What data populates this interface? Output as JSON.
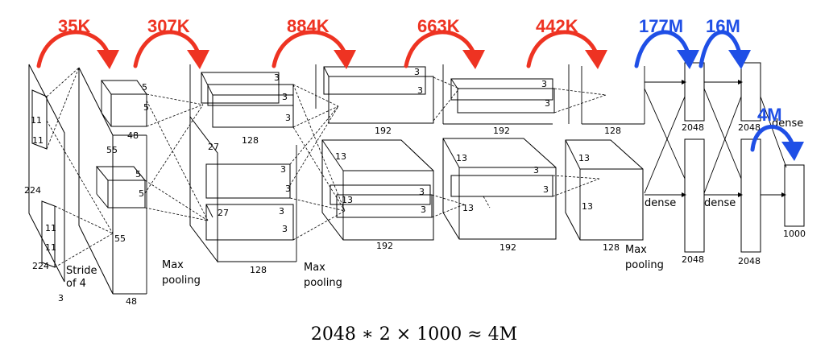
{
  "param_counts": {
    "c1": "35K",
    "c2": "307K",
    "c3": "884K",
    "c4": "663K",
    "c5": "442K",
    "f1": "177M",
    "f2": "16M",
    "f3": "4M"
  },
  "labels": {
    "input_h": "224",
    "input_w": "224",
    "input_d": "3",
    "k11a": "11",
    "k11b": "11",
    "k11c": "11",
    "k11d": "11",
    "stride": "Stride",
    "of4": "of 4",
    "l1_55a": "55",
    "l1_55b": "55",
    "l1_48top": "48",
    "l1_48bot": "48",
    "k5a": "5",
    "k5b": "5",
    "k5c": "5",
    "k5d": "5",
    "maxpool_1a": "Max",
    "maxpool_1b": "pooling",
    "l2_27a": "27",
    "l2_27b": "27",
    "l2_128top": "128",
    "l2_128bot": "128",
    "k3": "3",
    "maxpool_2a": "Max",
    "maxpool_2b": "pooling",
    "l3_13a": "13",
    "l3_13b": "13",
    "l3_192top": "192",
    "l3_192bot": "192",
    "l4_13a": "13",
    "l4_13b": "13",
    "l4_192top": "192",
    "l4_192bot": "192",
    "l5_13a": "13",
    "l5_13b": "13",
    "l5_128top": "128",
    "l5_128bot": "128",
    "maxpool_3a": "Max",
    "maxpool_3b": "pooling",
    "dense1": "dense",
    "dense2": "dense",
    "dense3": "dense",
    "f_2048a": "2048",
    "f_2048b": "2048",
    "f_2048c": "2048",
    "f_2048d": "2048",
    "out_1000": "1000"
  },
  "formula": "2048 ∗ 2 × 1000 ≈ 4M",
  "colors": {
    "red": "#ee3322",
    "blue": "#1f4fe6"
  }
}
